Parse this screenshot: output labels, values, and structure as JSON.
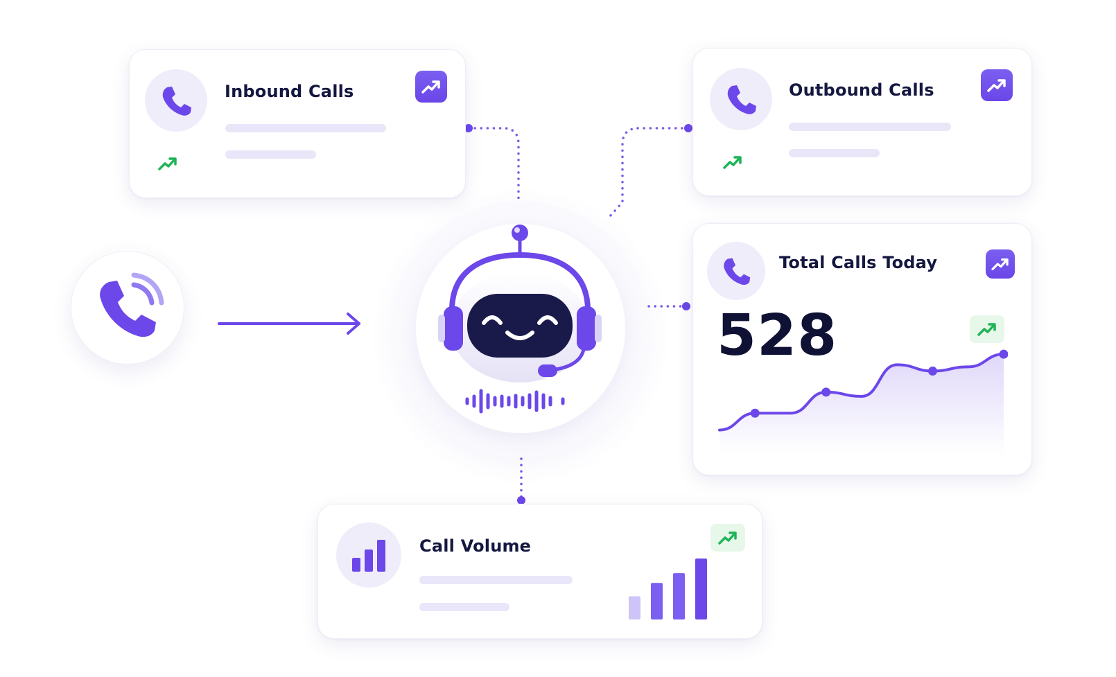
{
  "colors": {
    "accent": "#6c47e9",
    "accent_light": "#efedfa",
    "trend_green": "#1fb357",
    "text_dark": "#14173f"
  },
  "inbound": {
    "title": "Inbound Calls",
    "icon": "phone-icon",
    "badge_icon": "trend-up-icon"
  },
  "outbound": {
    "title": "Outbound Calls",
    "icon": "phone-icon",
    "badge_icon": "trend-up-icon"
  },
  "total": {
    "title": "Total Calls Today",
    "value": "528",
    "icon": "phone-icon",
    "badge_icon": "trend-up-icon"
  },
  "volume": {
    "title": "Call Volume",
    "icon": "bar-chart-icon",
    "badge_icon": "trend-up-icon"
  },
  "chart_data": [
    {
      "type": "line",
      "title": "",
      "xlabel": "",
      "ylabel": "",
      "grid": false,
      "x": [
        0,
        1,
        2,
        3,
        4,
        5,
        6,
        7,
        8
      ],
      "values": [
        20,
        36,
        36,
        56,
        52,
        82,
        76,
        80,
        92
      ],
      "markers": [
        1,
        3,
        6,
        8
      ],
      "ylim": [
        0,
        100
      ]
    },
    {
      "type": "bar",
      "title": "",
      "xlabel": "",
      "ylabel": "",
      "grid": false,
      "categories": [
        "1",
        "2",
        "3",
        "4"
      ],
      "values": [
        38,
        60,
        76,
        100
      ],
      "ylim": [
        0,
        100
      ]
    }
  ]
}
